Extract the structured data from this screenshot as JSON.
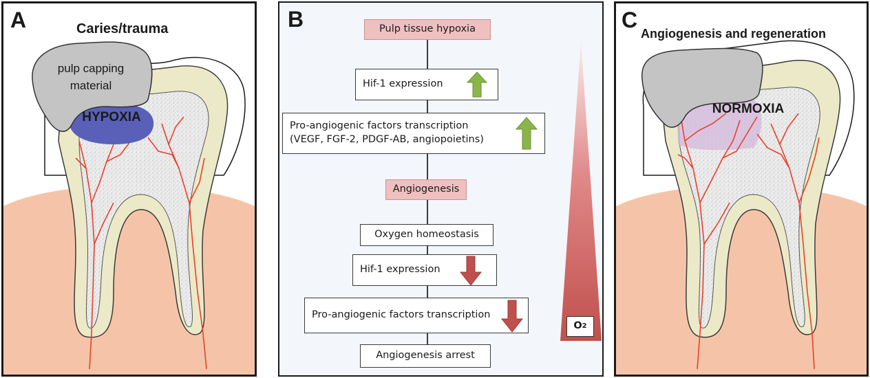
{
  "panel_a": {
    "letter": "A",
    "title": "Caries/trauma",
    "capping_line1": "pulp capping",
    "capping_line2": "material",
    "hypoxia_label": "HYPOXIA"
  },
  "panel_b": {
    "letter": "B",
    "steps": [
      {
        "id": "s1",
        "lines": [
          "Pulp tissue hypoxia"
        ],
        "highlight": true,
        "arrow": null
      },
      {
        "id": "s2",
        "lines": [
          "Hif-1 expression"
        ],
        "highlight": false,
        "arrow": "up"
      },
      {
        "id": "s3",
        "lines": [
          "Pro-angiogenic factors transcription",
          "(VEGF, FGF-2, PDGF-AB, angiopoietins)"
        ],
        "highlight": false,
        "arrow": "up"
      },
      {
        "id": "s4",
        "lines": [
          "Angiogenesis"
        ],
        "highlight": true,
        "arrow": null
      },
      {
        "id": "s5",
        "lines": [
          "Oxygen homeostasis"
        ],
        "highlight": false,
        "arrow": null
      },
      {
        "id": "s6",
        "lines": [
          "Hif-1 expression"
        ],
        "highlight": false,
        "arrow": "down"
      },
      {
        "id": "s7",
        "lines": [
          "Pro-angiogenic factors transcription"
        ],
        "highlight": false,
        "arrow": "down"
      },
      {
        "id": "s8",
        "lines": [
          "Angiogenesis arrest"
        ],
        "highlight": false,
        "arrow": null
      }
    ],
    "o2_label": "O",
    "o2_subscript": "2",
    "colors": {
      "up_arrow": "#8ab54a",
      "down_arrow": "#c0504d",
      "highlight_box": "#efc0c0",
      "gradient_top": "#ffffff",
      "gradient_bottom": "#c0504d"
    }
  },
  "panel_c": {
    "letter": "C",
    "title": "Angiogenesis and regeneration",
    "normoxia_label": "NORMOXIA"
  },
  "colors": {
    "gum": "#f5c4a8",
    "dentin": "#ece9c8",
    "pulp": "#e8e8e8",
    "vessel": "#e8402a",
    "capping": "#c4c4c4",
    "hypoxia": "#5a5fb8",
    "normoxia": "#d4b8dc"
  }
}
